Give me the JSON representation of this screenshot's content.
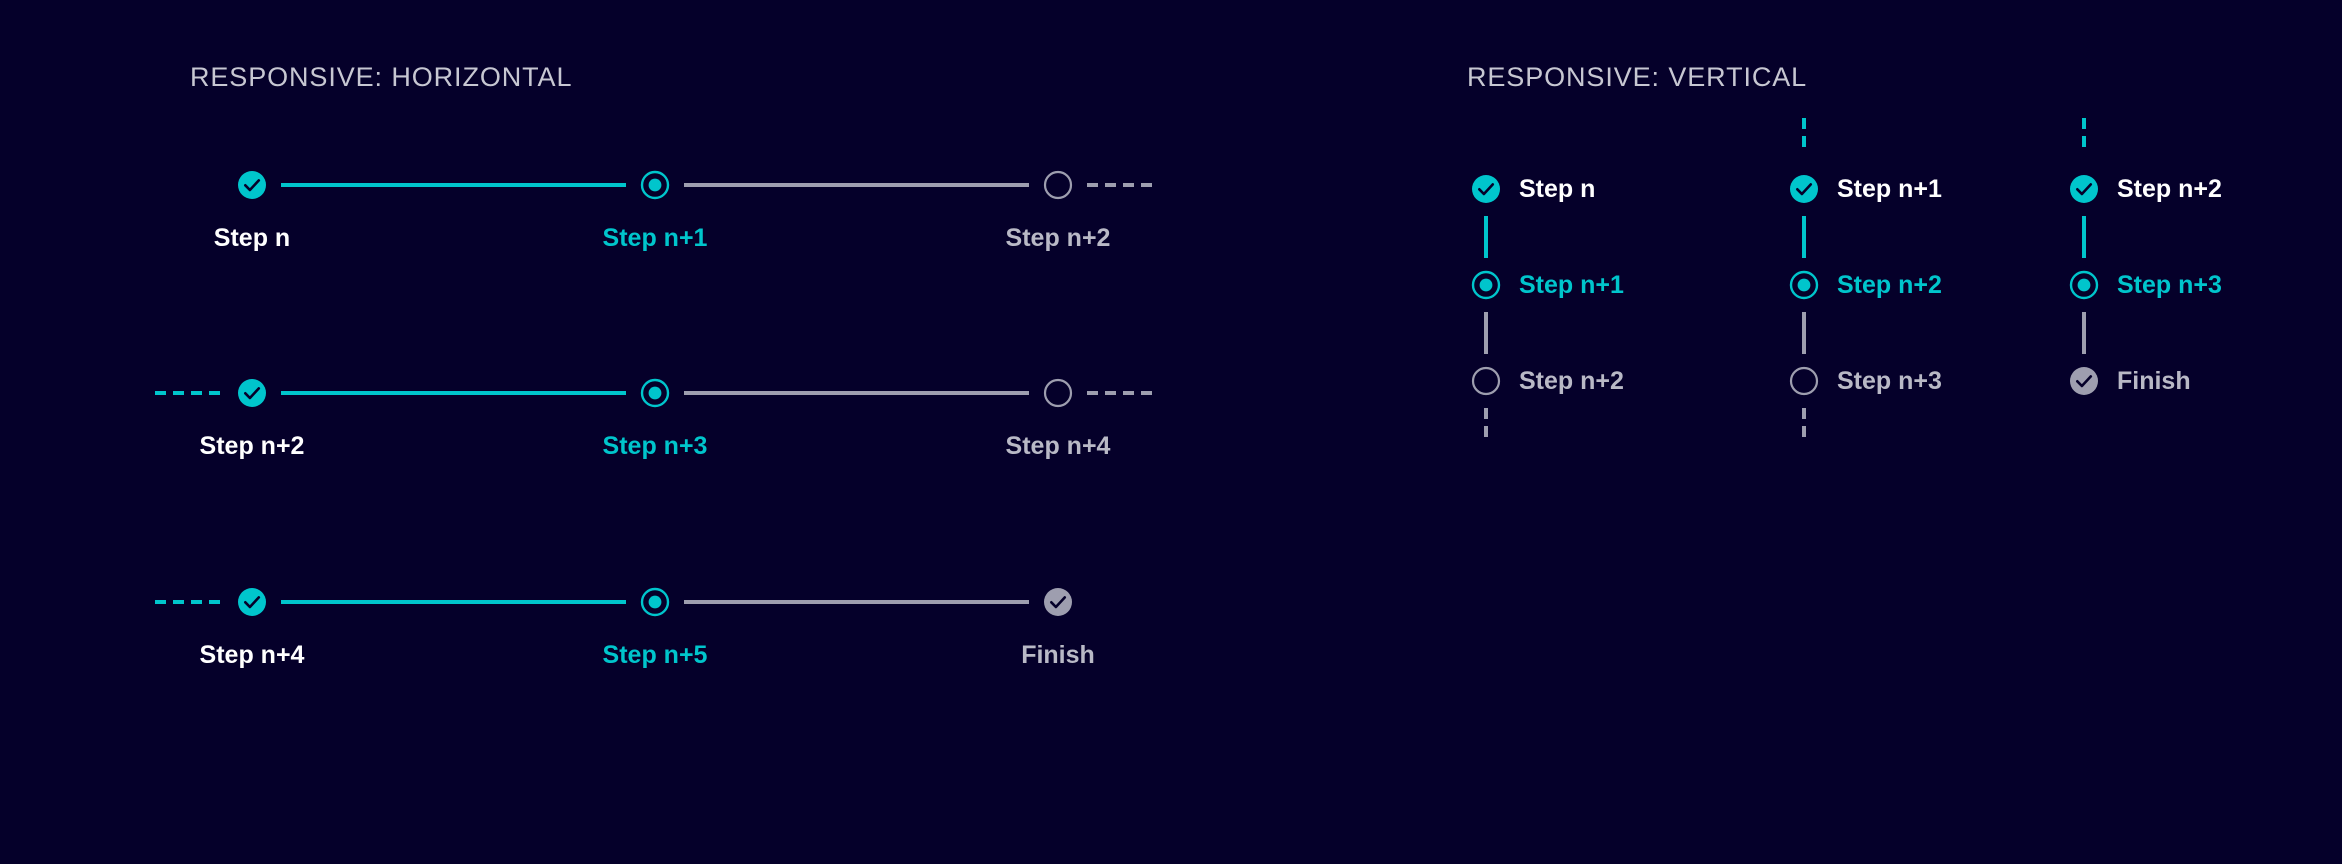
{
  "colors": {
    "background": "#05002a",
    "accent": "#00c5cc",
    "muted": "#9e9eaf",
    "label_done": "#ffffff",
    "label_todo": "#b9b9c6",
    "title": "#c7c7d2"
  },
  "sections": {
    "horizontal": {
      "title": "RESPONSIVE: HORIZONTAL",
      "rows": [
        {
          "lead": "none",
          "trail": "dash-off",
          "steps": [
            {
              "label": "Step n",
              "state": "complete"
            },
            {
              "label": "Step n+1",
              "state": "current"
            },
            {
              "label": "Step n+2",
              "state": "incomplete"
            }
          ],
          "connectors": [
            "solid-on",
            "solid-off"
          ]
        },
        {
          "lead": "dash-on",
          "trail": "dash-off",
          "steps": [
            {
              "label": "Step n+2",
              "state": "complete"
            },
            {
              "label": "Step n+3",
              "state": "current"
            },
            {
              "label": "Step n+4",
              "state": "incomplete"
            }
          ],
          "connectors": [
            "solid-on",
            "solid-off"
          ]
        },
        {
          "lead": "dash-on",
          "trail": "none",
          "steps": [
            {
              "label": "Step n+4",
              "state": "complete"
            },
            {
              "label": "Step n+5",
              "state": "current"
            },
            {
              "label": "Finish",
              "state": "finish"
            }
          ],
          "connectors": [
            "solid-on",
            "solid-off"
          ]
        }
      ]
    },
    "vertical": {
      "title": "RESPONSIVE: VERTICAL",
      "columns": [
        {
          "cap_top": "none",
          "cap_bottom": "dash-off",
          "steps": [
            {
              "label": "Step n",
              "state": "complete"
            },
            {
              "label": "Step n+1",
              "state": "current"
            },
            {
              "label": "Step n+2",
              "state": "incomplete"
            }
          ],
          "connectors": [
            "solid-on",
            "solid-off"
          ]
        },
        {
          "cap_top": "dash-on",
          "cap_bottom": "dash-off",
          "steps": [
            {
              "label": "Step n+1",
              "state": "complete"
            },
            {
              "label": "Step n+2",
              "state": "current"
            },
            {
              "label": "Step n+3",
              "state": "incomplete"
            }
          ],
          "connectors": [
            "solid-on",
            "solid-off"
          ]
        },
        {
          "cap_top": "dash-on",
          "cap_bottom": "none",
          "steps": [
            {
              "label": "Step n+2",
              "state": "complete"
            },
            {
              "label": "Step n+3",
              "state": "current"
            },
            {
              "label": "Finish",
              "state": "finish"
            }
          ],
          "connectors": [
            "solid-on",
            "solid-off"
          ]
        }
      ]
    }
  },
  "icons": {
    "complete": "check-circle-filled-icon",
    "current": "radio-selected-icon",
    "incomplete": "circle-outline-icon",
    "finish": "check-circle-filled-muted-icon"
  }
}
